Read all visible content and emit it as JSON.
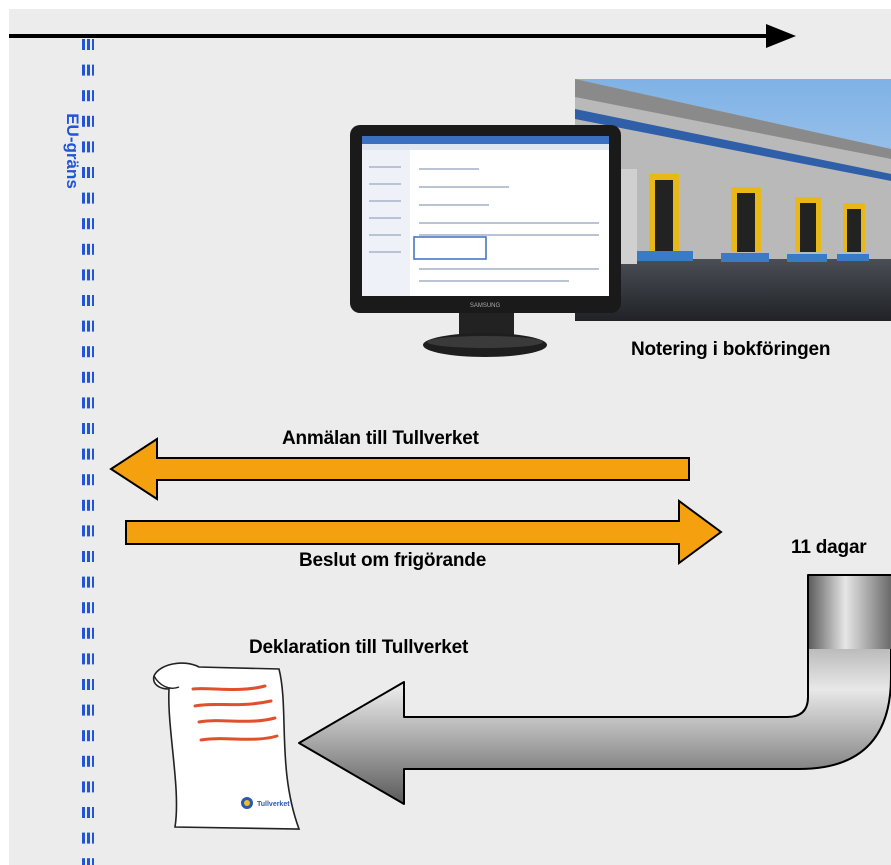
{
  "border": {
    "label": "EU-gräns",
    "color": "#1f55d6"
  },
  "labels": {
    "bookkeeping": "Notering i bokföringen",
    "notification": "Anmälan till Tullverket",
    "release": "Beslut om frigörande",
    "days": "11 dagar",
    "declaration": "Deklaration till Tullverket"
  },
  "document": {
    "logo_text": "Tullverket"
  },
  "monitor": {
    "brand": "SAMSUNG"
  },
  "colors": {
    "arrow_orange": "#f5a00e",
    "arrow_outline": "#000000",
    "grey_arrow": "#9a9a9a"
  },
  "icons": [
    "timeline-arrow",
    "computer-monitor-icon",
    "warehouse-photo",
    "orange-arrow-left",
    "orange-arrow-right",
    "grey-curved-arrow",
    "document-scroll-icon"
  ]
}
